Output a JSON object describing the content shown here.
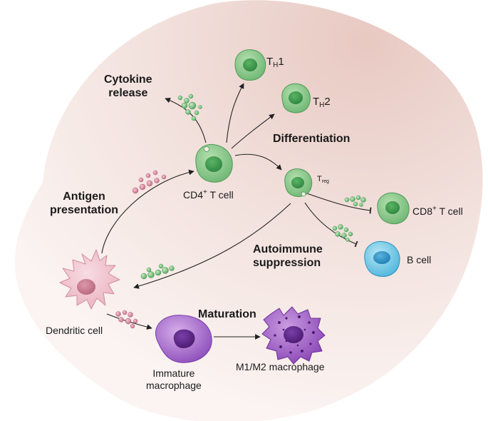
{
  "process_labels": {
    "cytokine_release_line1": "Cytokine",
    "cytokine_release_line2": "release",
    "differentiation": "Differentiation",
    "antigen_presentation_line1": "Antigen",
    "antigen_presentation_line2": "presentation",
    "autoimmune_suppression_line1": "Autoimmune",
    "autoimmune_suppression_line2": "suppression",
    "maturation": "Maturation"
  },
  "cells": {
    "th1": {
      "base": "T",
      "sub": "H",
      "suffix": "1"
    },
    "th2": {
      "base": "T",
      "sub": "H",
      "suffix": "2"
    },
    "cd4": {
      "prefix": "CD4",
      "sup": "+",
      "suffix": " T cell"
    },
    "treg": {
      "base": "T",
      "sub": "reg"
    },
    "cd8": {
      "prefix": "CD8",
      "sup": "+",
      "suffix": " T cell"
    },
    "b_cell": "B cell",
    "dendritic": "Dendritic cell",
    "immature_macrophage_line1": "Immature",
    "immature_macrophage_line2": "macrophage",
    "m1m2_macrophage": "M1/M2 macrophage"
  },
  "colors": {
    "background_blob": "#f0ddd8",
    "t_cell_fill": "#8cc98a",
    "t_cell_nucleus": "#3f9b4c",
    "dendritic_fill": "#f0c3cf",
    "dendritic_nucleus": "#c97a8e",
    "b_cell_fill": "#7fcfe8",
    "b_cell_nucleus": "#2f93c4",
    "macrophage_fill": "#b27bd1",
    "macrophage_nucleus": "#5a2585",
    "cytokine_green": "#5fb36a",
    "cytokine_pink": "#d17f95",
    "arrow": "#222222"
  }
}
